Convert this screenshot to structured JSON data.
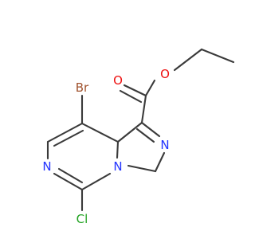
{
  "molecule": {
    "atoms": {
      "br": {
        "symbol": "Br",
        "color": "#a0522d"
      },
      "cl": {
        "symbol": "Cl",
        "color": "#22a322"
      },
      "n_ring6": {
        "symbol": "N",
        "color": "#2233ff"
      },
      "n_bridge": {
        "symbol": "N",
        "color": "#2233ff"
      },
      "n_ring5": {
        "symbol": "N",
        "color": "#2233ff"
      },
      "o_carbonyl": {
        "symbol": "O",
        "color": "#ee1111"
      },
      "o_ester": {
        "symbol": "O",
        "color": "#ee1111"
      }
    },
    "bond_color": "#3a3a3a"
  }
}
